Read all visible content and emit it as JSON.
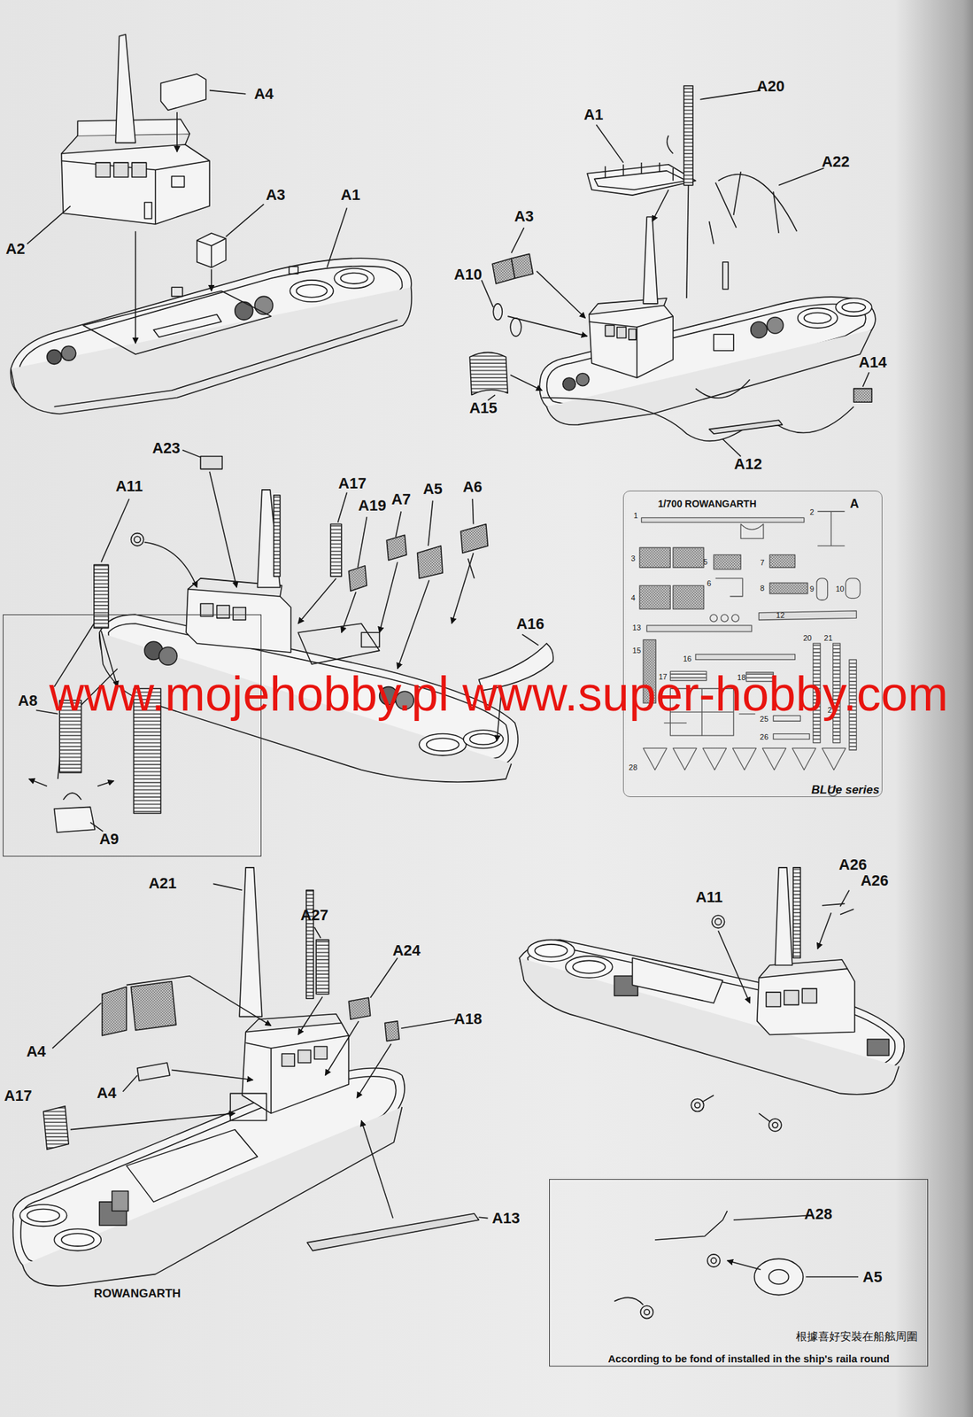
{
  "diagram": {
    "nodes": [
      {
        "text": [
          "A8",
          "A9"
        ]
      },
      {
        "text": [
          "1/700 ROWANGARTH",
          "A",
          "1",
          "2",
          "3",
          "5",
          "7",
          "4",
          "6",
          "8",
          "9",
          "10",
          "12",
          "13",
          "20",
          "21",
          "15",
          "16",
          "17",
          "18",
          "27",
          "25",
          "26",
          "28",
          "BLUe series"
        ]
      },
      {
        "text": [
          "A28",
          "A5",
          "根據喜好安裝在船舷周圍",
          "According to be fond of installed in the ship's raila round"
        ]
      }
    ],
    "labels": [
      "A4",
      "A3",
      "A1",
      "A2",
      "A20",
      "A1",
      "A22",
      "A3",
      "A10",
      "A14",
      "A15",
      "A12",
      "A23",
      "A11",
      "A17",
      "A19",
      "A7",
      "A5",
      "A6",
      "A16",
      "www.mojehobby.pl www.super-hobby.com",
      "A21",
      "A27",
      "A24",
      "A18",
      "A4",
      "A4",
      "A17",
      "A13",
      "ROWANGARTH",
      "A11",
      "A26",
      "A26"
    ]
  }
}
